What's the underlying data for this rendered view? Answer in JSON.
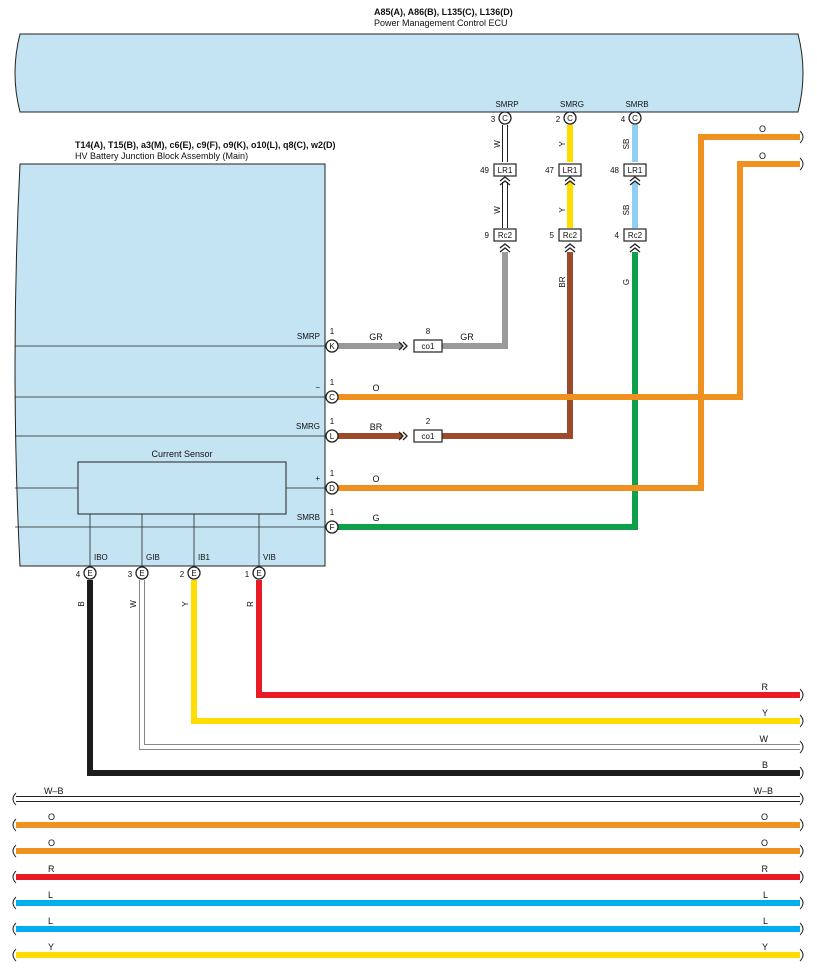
{
  "ecu": {
    "codes": "A85(A), A86(B), L135(C), L136(D)",
    "name": "Power Management Control ECU"
  },
  "jb": {
    "codes": "T14(A), T15(B), a3(M), c6(E), c9(F), o9(K), o10(L), q8(C), w2(D)",
    "name": "HV Battery Junction Block Assembly (Main)"
  },
  "current_sensor": "Current Sensor",
  "ecu_pins": [
    {
      "label": "SMRP",
      "num": "3",
      "conn": "C"
    },
    {
      "label": "SMRG",
      "num": "2",
      "conn": "C"
    },
    {
      "label": "SMRB",
      "num": "4",
      "conn": "C"
    }
  ],
  "lr1": [
    {
      "num": "49",
      "name": "LR1"
    },
    {
      "num": "47",
      "name": "LR1"
    },
    {
      "num": "48",
      "name": "LR1"
    }
  ],
  "rc2": [
    {
      "num": "9",
      "name": "Rc2"
    },
    {
      "num": "5",
      "name": "Rc2"
    },
    {
      "num": "4",
      "name": "Rc2"
    }
  ],
  "upper_wire_colors": [
    "W",
    "Y",
    "SB"
  ],
  "lower_wire_colors": [
    "W",
    "Y",
    "SB"
  ],
  "drop_wire_colors": [
    "BR",
    "G"
  ],
  "co1": [
    {
      "num": "8",
      "name": "co1",
      "left_color": "GR",
      "right_color": "GR"
    },
    {
      "num": "2",
      "name": "co1",
      "left_color": "BR"
    }
  ],
  "jb_pins": [
    {
      "label": "SMRP",
      "num": "1",
      "conn": "K",
      "wire": "GR"
    },
    {
      "label": "−",
      "num": "1",
      "conn": "C",
      "wire": "O"
    },
    {
      "label": "SMRG",
      "num": "1",
      "conn": "L",
      "wire": "BR"
    },
    {
      "label": "+",
      "num": "1",
      "conn": "D",
      "wire": "O"
    },
    {
      "label": "SMRB",
      "num": "1",
      "conn": "F",
      "wire": "G"
    }
  ],
  "offpage_top": [
    "O",
    "O"
  ],
  "bottom_pins": [
    {
      "label": "IBO",
      "num": "4",
      "conn": "E",
      "wire": "B"
    },
    {
      "label": "GIB",
      "num": "3",
      "conn": "E",
      "wire": "W"
    },
    {
      "label": "IB1",
      "num": "2",
      "conn": "E",
      "wire": "Y"
    },
    {
      "label": "VIB",
      "num": "1",
      "conn": "E",
      "wire": "R"
    }
  ],
  "right_outputs": [
    "R",
    "Y",
    "W",
    "B"
  ],
  "bus": [
    "W–B",
    "O",
    "O",
    "R",
    "L",
    "L",
    "Y"
  ],
  "colors": {
    "ecu_fill": "#c4e4f4",
    "gray": "#9a9a9a",
    "orange": "#f0901e",
    "brown": "#9b4a2a",
    "green": "#0ca04b",
    "yellow": "#ffdd00",
    "red": "#e81c24",
    "black": "#1c1c1c",
    "blue": "#00aeef",
    "light_blue": "#8fd0f0",
    "white_wire": "#ffffff"
  }
}
